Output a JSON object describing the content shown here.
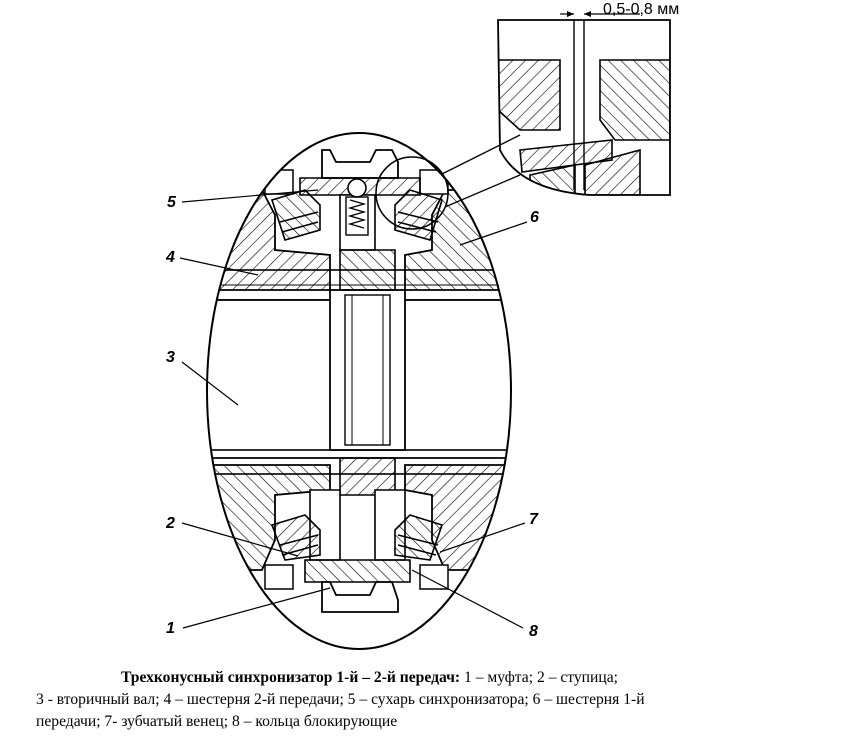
{
  "callouts": {
    "n1": "1",
    "n2": "2",
    "n3": "3",
    "n4": "4",
    "n5": "5",
    "n6": "6",
    "n7": "7",
    "n8": "8"
  },
  "dimension": "0,5-0,8 мм",
  "caption": {
    "title": "Трехконусный синхронизатор 1-й – 2-й передач:",
    "line1": " 1 – муфта; 2 – ступица;",
    "line2": "3 - вторичный вал; 4 – шестерня 2-й передачи; 5 – сухарь синхронизатора; 6 – шестерня 1-й",
    "line3": "передачи; 7- зубчатый венец; 8 – кольца блокирующие"
  }
}
